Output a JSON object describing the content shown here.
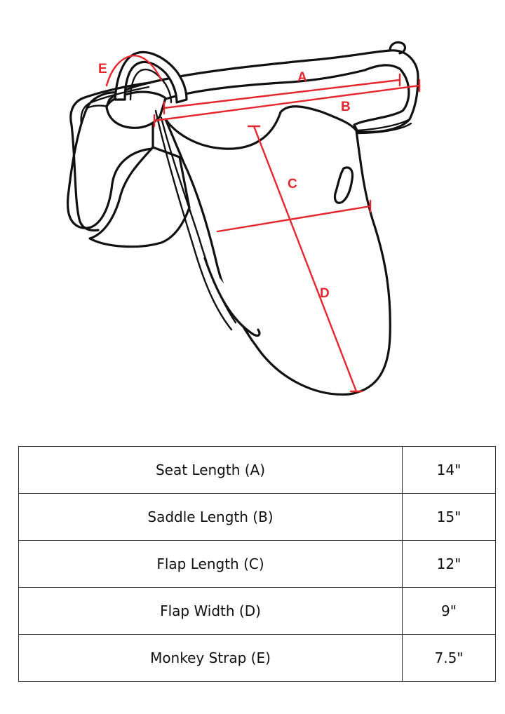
{
  "diagram": {
    "labels": {
      "a": "A",
      "b": "B",
      "c": "C",
      "d": "D",
      "e": "E"
    },
    "colors": {
      "measure": "#e6262d",
      "outline": "#111111"
    }
  },
  "table": {
    "rows": [
      {
        "name": "Seat Length (A)",
        "value": "14\""
      },
      {
        "name": "Saddle Length (B)",
        "value": "15\""
      },
      {
        "name": "Flap Length (C)",
        "value": "12\""
      },
      {
        "name": "Flap Width (D)",
        "value": "9\""
      },
      {
        "name": "Monkey Strap (E)",
        "value": "7.5\""
      }
    ]
  }
}
